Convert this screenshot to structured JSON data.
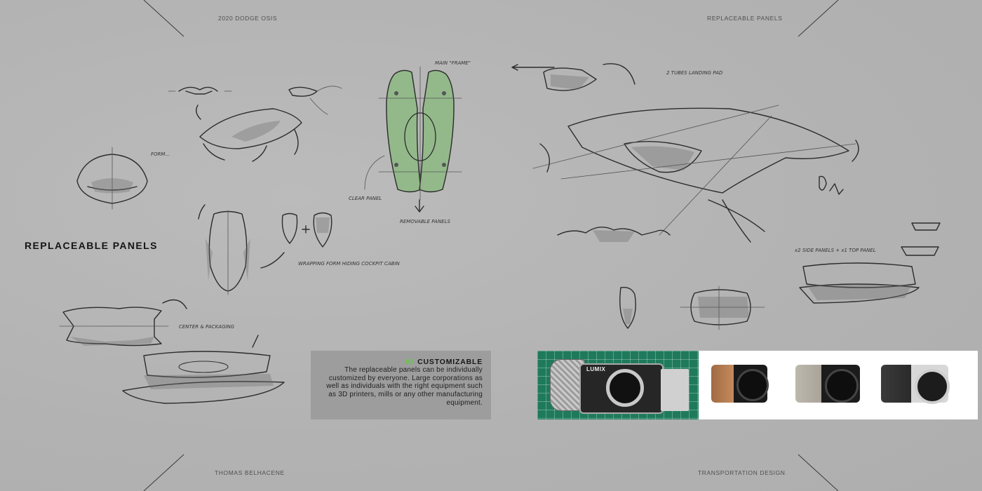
{
  "header": {
    "left": "2020 DODGE OSIS",
    "right": "REPLACEABLE PANELS"
  },
  "footer": {
    "left": "THOMAS BELHACENE",
    "right": "TRANSPORTATION DESIGN"
  },
  "section_heading": "REPLACEABLE PANELS",
  "callout": {
    "number": "03",
    "title": "CUSTOMIZABLE",
    "body": "The replaceable panels can be individually customized by everyone. Large corporations as well as individuals with the right equipment such as 3D printers, mills or any other manufacturing equipment."
  },
  "sketch_notes": {
    "main_frame": "MAIN \"FRAME\"",
    "clear_panel": "CLEAR PANEL",
    "removable_panels": "REMOVABLE PANELS",
    "tubes": "2 TUBES LANDING PAD",
    "center_pack": "CENTER & PACKAGING",
    "wrapping": "WRAPPING FORM HIDING COCKPIT CABIN",
    "side_panels": "x2 SIDE PANELS + x1 TOP PANEL"
  },
  "colors": {
    "accent": "#6cc44a",
    "frame_green": "#93b98a",
    "callout_bg": "#9d9d9d",
    "photo_green": "#1f7a5c"
  },
  "camera_brand": "LUMIX"
}
